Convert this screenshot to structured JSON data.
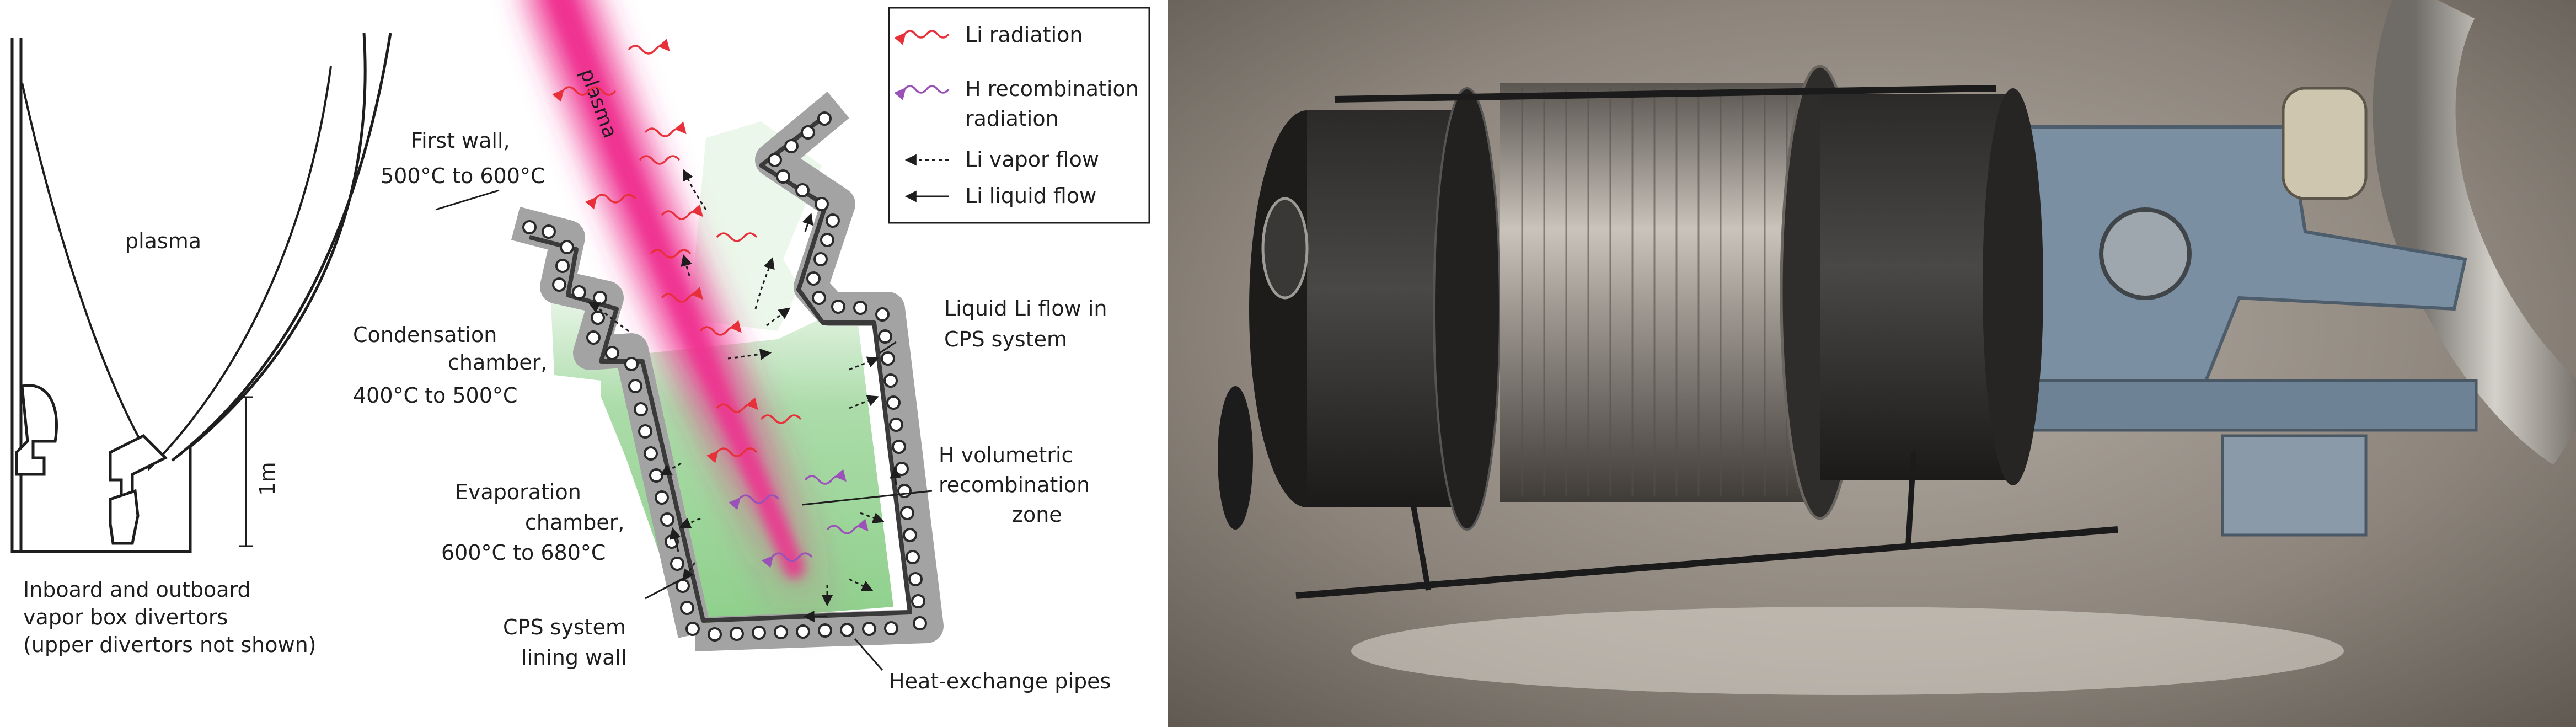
{
  "left_panel": {
    "plasma_label": "plasma",
    "scale_label": "1m",
    "caption": [
      "Inboard and outboard",
      "vapor box divertors",
      "(upper divertors not shown)"
    ]
  },
  "middle_panel": {
    "plasma_beam_label": "plasma",
    "labels": {
      "first_wall": [
        "First wall,",
        "500°C to 600°C"
      ],
      "condensation": [
        "Condensation",
        "chamber,",
        "400°C to 500°C"
      ],
      "evaporation": [
        "Evaporation",
        "chamber,",
        "600°C to 680°C"
      ],
      "cps_lining": [
        "CPS system",
        "lining wall"
      ],
      "liquid_flow": [
        "Liquid Li flow in",
        "CPS system"
      ],
      "h_zone": [
        "H volumetric",
        "recombination",
        "zone"
      ],
      "heat_pipes": "Heat-exchange pipes"
    },
    "legend": [
      {
        "key": "li_radiation",
        "label": [
          "Li radiation"
        ]
      },
      {
        "key": "h_radiation",
        "label": [
          "H recombination",
          "radiation"
        ]
      },
      {
        "key": "vapor_flow",
        "label": [
          "Li vapor flow"
        ]
      },
      {
        "key": "liquid_flow",
        "label": [
          "Li liquid flow"
        ]
      }
    ]
  },
  "colors": {
    "li_radiation": "#e8303a",
    "h_radiation": "#9a52b8",
    "plasma_pink": "#ef2f8f",
    "chamber_green": "#8fd08c",
    "wall_gray": "#a3a3a3",
    "wall_dark": "#3a3a3a"
  }
}
